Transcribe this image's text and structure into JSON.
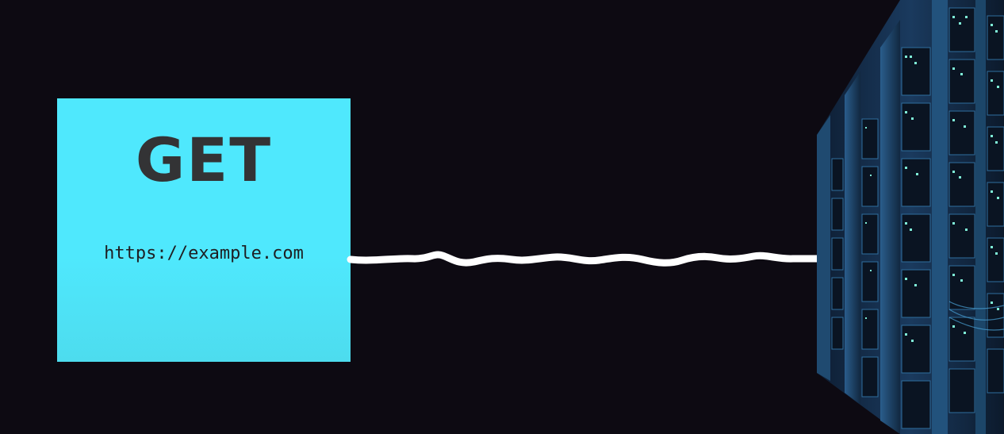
{
  "request": {
    "method": "GET",
    "url": "https://example.com"
  },
  "icons": {
    "server": "server-rack-icon",
    "connection": "network-wire"
  },
  "colors": {
    "background": "#0d0a12",
    "card": "#4fe8fd",
    "method_text": "#333335",
    "wire": "#ffffff",
    "server_glow": "#3aa7e0"
  }
}
